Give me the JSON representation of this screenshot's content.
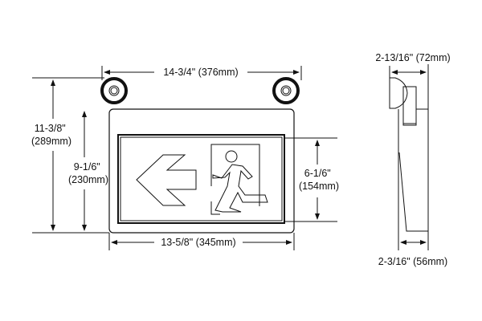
{
  "title": "Exit sign dimension drawing",
  "front_view": {
    "overall_width": "14-3/4\" (376mm)",
    "overall_height_in": "11-3/8\"",
    "overall_height_mm": "(289mm)",
    "body_height_in": "9-1/6\"",
    "body_height_mm": "(230mm)",
    "sign_height_in": "6-1/6\"",
    "sign_height_mm": "(154mm)",
    "body_width": "13-5/8\" (345mm)"
  },
  "side_view": {
    "top_depth": "2-13/16\" (72mm)",
    "bottom_depth": "2-3/16\" (56mm)"
  }
}
